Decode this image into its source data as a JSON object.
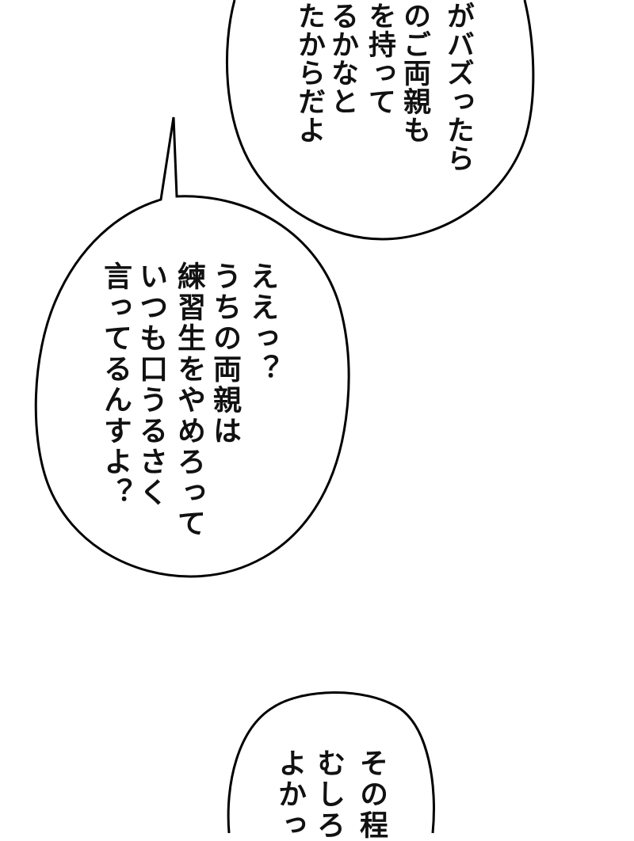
{
  "page": {
    "background": "#ffffff",
    "stroke_color": "#000000"
  },
  "bubbles": [
    {
      "id": "top-bubble",
      "columns": [
        "がバズったら",
        "のご両親も",
        "を持って",
        "るかなと",
        "たからだよ"
      ]
    },
    {
      "id": "middle-bubble",
      "columns": [
        "ええっ？",
        "うちの両親は",
        "練習生をやめろって",
        "いつも口うるさく",
        "言ってるんすよ？"
      ]
    },
    {
      "id": "bottom-bubble",
      "columns": [
        "その程",
        "むしろ",
        "よかっ"
      ]
    }
  ]
}
